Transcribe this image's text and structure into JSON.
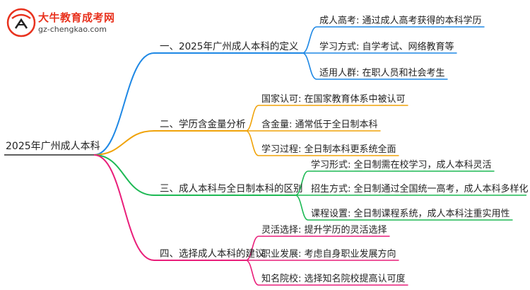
{
  "logo": {
    "title": "大牛教育成考网",
    "url": "gz-chengkao.com"
  },
  "root": "2025年广州成人本科",
  "branches": [
    {
      "label": "一、2025年广州成人本科的定义",
      "color": "#1e88e5",
      "leaves": [
        "成人高考: 通过成人高考获得的本科学历",
        "学习方式: 自学考试、网络教育等",
        "适用人群: 在职人员和社会考生"
      ]
    },
    {
      "label": "二、学历含金量分析",
      "color": "#f0a30a",
      "leaves": [
        "国家认可: 在国家教育体系中被认可",
        "含金量: 通常低于全日制本科",
        "学习过程: 全日制本科更系统全面"
      ]
    },
    {
      "label": "三、成人本科与全日制本科的区别",
      "color": "#1db954",
      "leaves": [
        "学习形式: 全日制需在校学习，成人本科灵活",
        "招生方式: 全日制通过全国统一高考，成人本科多样化",
        "课程设置: 全日制课程系统，成人本科注重实用性"
      ]
    },
    {
      "label": "四、选择成人本科的建议",
      "color": "#e91e7a",
      "leaves": [
        "灵活选择: 提升学历的灵活选择",
        "职业发展: 考虑自身职业发展方向",
        "知名院校: 选择知名院校提高认可度"
      ]
    }
  ]
}
